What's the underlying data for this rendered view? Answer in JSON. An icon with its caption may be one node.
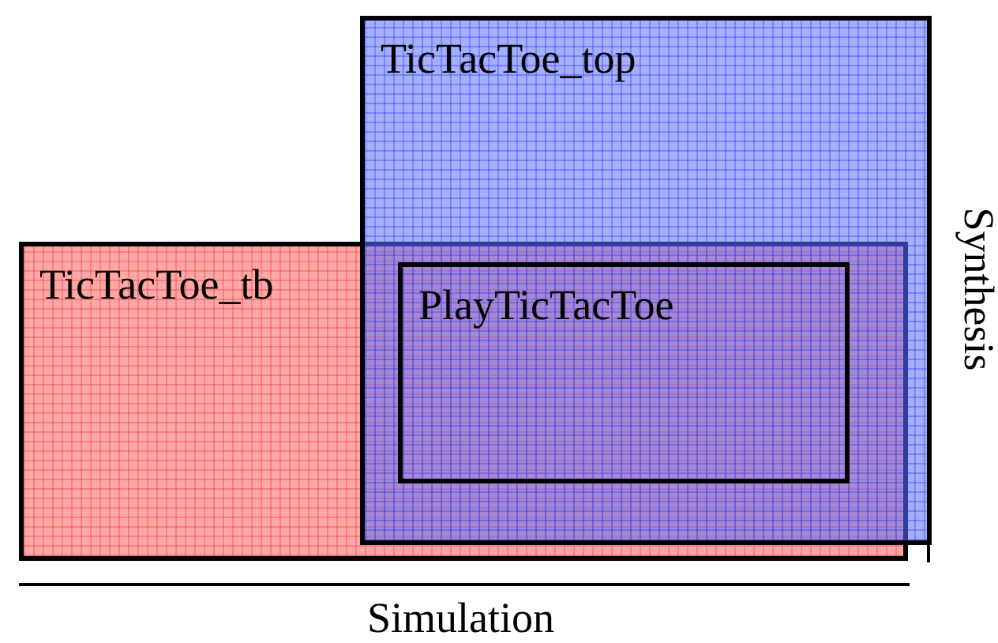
{
  "diagram": {
    "nodes": [
      {
        "text": [
          "TicTacToe_top"
        ]
      },
      {
        "text": [
          "TicTacToe_tb"
        ]
      },
      {
        "text": [
          "PlayTicTacToe"
        ]
      }
    ],
    "labels": [
      "Synthesis",
      "Simulation"
    ]
  }
}
